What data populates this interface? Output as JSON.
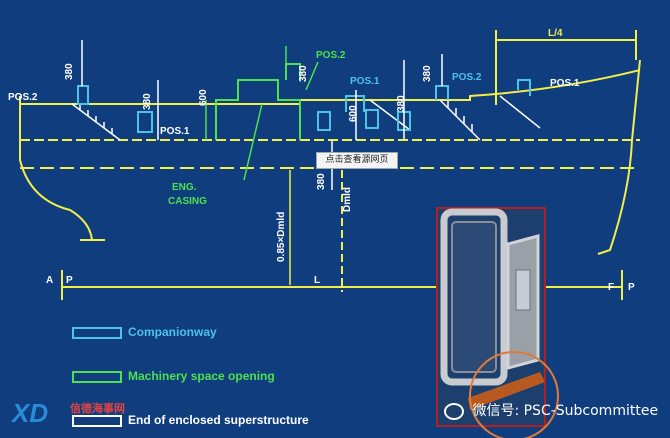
{
  "labels": {
    "pos2_left": "POS.2",
    "pos1_left": "POS.1",
    "pos2_mid": "POS.2",
    "pos1_mid": "POS.1",
    "pos2_right": "POS.2",
    "pos1_right": "POS.1",
    "dim_380_a": "380",
    "dim_380_b": "380",
    "dim_600_a": "600",
    "dim_380_c": "380",
    "dim_600_b": "600",
    "dim_380_d": "380",
    "dim_380_e": "380",
    "dim_380_f": "380",
    "l_quarter": "L/4",
    "eng_casing_1": "ENG.",
    "eng_casing_2": "CASING",
    "depth_085": "0.85×Dmld",
    "depth_dmld": "Dmld",
    "ap": "A",
    "ap_p": "P",
    "fp_f": "F",
    "fp_p": "P",
    "length_l": "L"
  },
  "popup": "点击查看源网页",
  "legend": [
    {
      "label": "Companionway",
      "color": "#4fc3e6"
    },
    {
      "label": "Machinery space opening",
      "color": "#4ee04e"
    },
    {
      "label": "End of enclosed superstructure",
      "color": "#ffffff"
    }
  ],
  "watermark": "微信号: PSC-Subcommittee",
  "logo": {
    "mark": "XD",
    "cn": "信德海事网"
  },
  "colors": {
    "background": "#0f3d7e",
    "hull": "#f2ee4a",
    "companionway": "#4fc3e6",
    "machinery": "#4ee04e",
    "inset_frame": "#b02020",
    "highlight_circle": "#e07a3a"
  }
}
